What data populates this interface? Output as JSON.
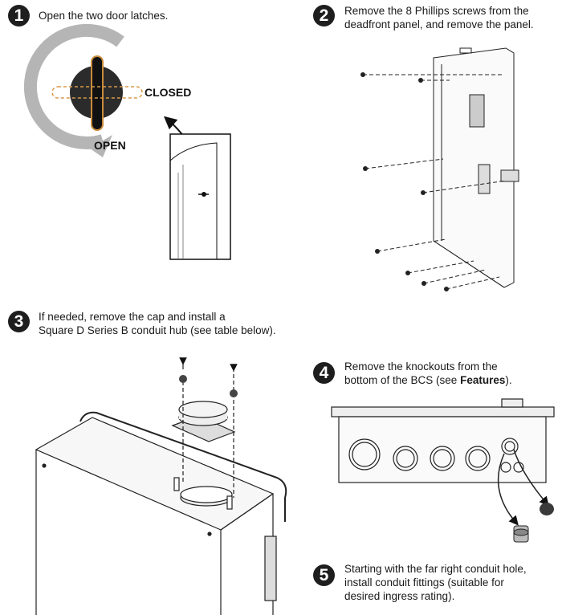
{
  "steps": [
    {
      "number": "1",
      "lines": [
        "Open the two door latches."
      ]
    },
    {
      "number": "2",
      "lines": [
        "Remove the 8 Phillips screws from the",
        "deadfront panel, and remove the panel."
      ]
    },
    {
      "number": "3",
      "lines": [
        "If needed, remove the cap and install a",
        "Square D Series B conduit hub (see table below)."
      ]
    },
    {
      "number": "4",
      "lines_pre": "Remove the knockouts from the",
      "line2_pre": "bottom of the BCS (see ",
      "line2_bold": "Features",
      "line2_post": ")."
    },
    {
      "number": "5",
      "lines": [
        "Starting with the far right conduit hole,",
        "install conduit fittings (suitable for",
        "desired ingress rating)."
      ]
    }
  ],
  "latch_labels": {
    "closed": "CLOSED",
    "open": "OPEN"
  }
}
